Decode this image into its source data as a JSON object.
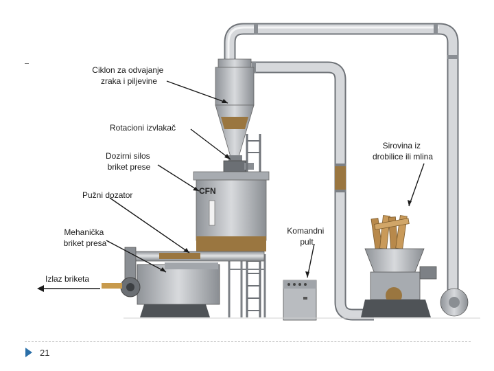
{
  "labels": {
    "cyclone": [
      "Ciklon za odvajanje",
      "zraka i piljevine"
    ],
    "rotary": [
      "Rotacioni izvlakač"
    ],
    "silo": [
      "Dozirni silos",
      "briket prese"
    ],
    "screw": [
      "Pužni dozator"
    ],
    "press": [
      "Mehanička",
      "briket presa"
    ],
    "output": [
      "Izlaz briketa"
    ],
    "control": [
      "Komandni",
      "pult"
    ],
    "raw": [
      "Sirovina iz",
      "drobilice ili mlina"
    ]
  },
  "brand": "CFN",
  "page_number": "21",
  "colors": {
    "metal": "#b9bcc0",
    "metal_dark": "#7d8186",
    "sawdust": "#9a7640",
    "accent": "#2a6fa8"
  }
}
